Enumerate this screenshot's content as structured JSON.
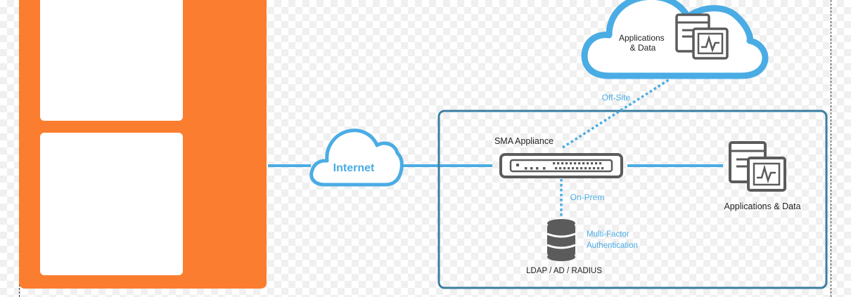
{
  "colors": {
    "orange": "#fb7d2f",
    "blue": "#4aace4",
    "box_border": "#3c7ea1",
    "icon_gray": "#5b5b5b",
    "text_dark": "#222222"
  },
  "labels": {
    "internet": "Internet",
    "sma_appliance": "SMA Appliance",
    "off_site": "Off-Site",
    "on_prem": "On-Prem",
    "cloud_apps": "Applications\n& Data",
    "apps_data": "Applications & Data",
    "mfa": "Multi-Factor\nAuthentication",
    "ldap": "LDAP / AD / RADIUS"
  },
  "icons": [
    "cloud-icon",
    "server-app-icon",
    "database-icon",
    "appliance-icon"
  ]
}
